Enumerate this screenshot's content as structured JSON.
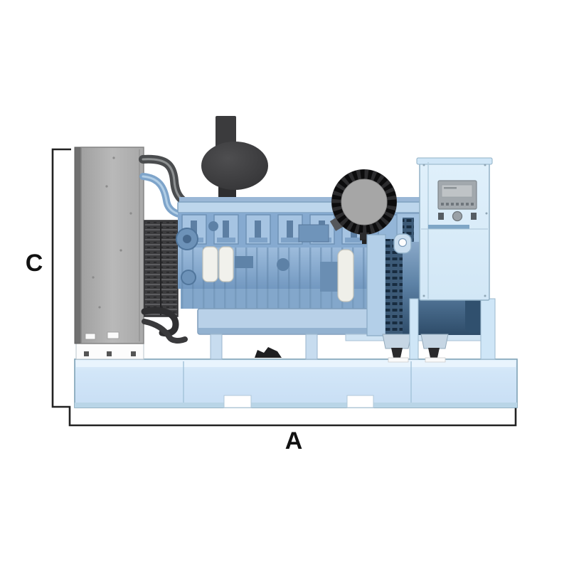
{
  "diagram": {
    "kind": "generator-set-dimension-drawing",
    "view": "side",
    "dimension_labels": {
      "length": "A",
      "height": "C"
    },
    "components": [
      "radiator",
      "radiator-plinth",
      "charge-air-grille",
      "coolant-pipes",
      "exhaust-silencer",
      "diesel-engine",
      "oil-filters",
      "air-filter",
      "alternator",
      "lifting-eye",
      "mounting-brackets",
      "vibration-isolators",
      "control-panel",
      "control-panel-display",
      "base-frame",
      "forklift-slots",
      "dimension-bracket"
    ],
    "colors": {
      "dimension_line": "#222222",
      "radiator_gray": "#ababab",
      "exhaust_dark": "#3b3b3d",
      "engine_blue": "#86aad0",
      "engine_light_blue": "#bdd6ec",
      "alternator_dark_blue": "#30506e",
      "panel_light_blue": "#d9ecfa",
      "base_frame_blue": "#cfe4f8",
      "background": "#ffffff"
    }
  }
}
